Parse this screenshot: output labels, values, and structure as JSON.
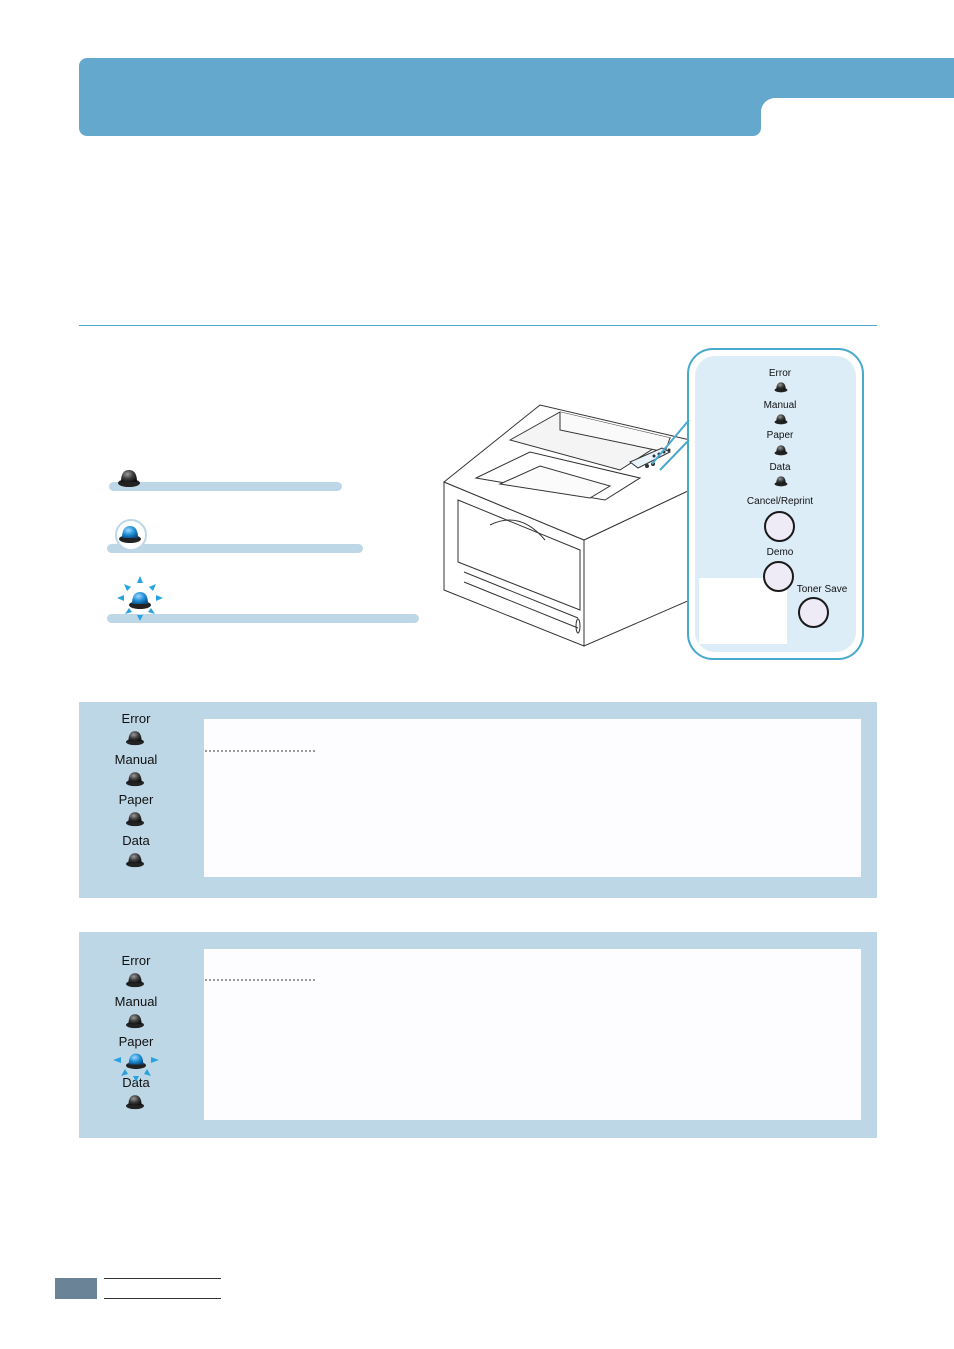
{
  "panel": {
    "error": "Error",
    "manual": "Manual",
    "paper": "Paper",
    "data": "Data",
    "cancel": "Cancel/Reprint",
    "demo": "Demo",
    "toner": "Toner Save"
  },
  "status_box_1": {
    "leds": [
      "Error",
      "Manual",
      "Paper",
      "Data"
    ],
    "led_states": [
      "off",
      "off",
      "off",
      "off"
    ]
  },
  "status_box_2": {
    "leds": [
      "Error",
      "Manual",
      "Paper",
      "Data"
    ],
    "led_states": [
      "off",
      "off",
      "blinking",
      "off"
    ]
  },
  "colors": {
    "header": "#65a8cd",
    "accent": "#49a9cc",
    "box_bg": "#bed7e7",
    "led_on": "#1f8fd6",
    "led_off": "#3a3a3a",
    "blink_ray": "#29a3e0"
  },
  "icons": [
    "led-off-icon",
    "led-on-icon",
    "led-blinking-icon"
  ]
}
